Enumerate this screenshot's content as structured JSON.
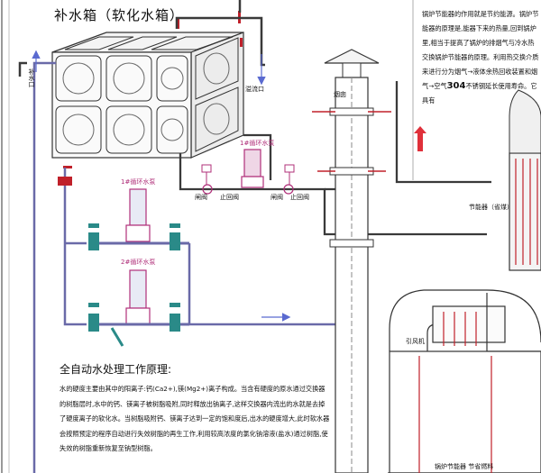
{
  "tank": {
    "title": "补水箱（软化水箱）",
    "inlet_label": "补水口",
    "overflow_label": "溢流口"
  },
  "pumps": {
    "pump1_label": "1#循环水泵",
    "pump2_label": "2#循环水泵",
    "circ_pump_label": "1#循环水泵",
    "valve_label_1": "闸阀",
    "valve_label_2": "止回阀",
    "valve_label_3": "闸阀",
    "valve_label_4": "止回阀"
  },
  "labels": {
    "chimney": "烟囱",
    "economizer": "节能器（省煤）",
    "induced_fan": "引风机"
  },
  "economizer_note": {
    "text_before": "锅炉节能器的作用就是节约能源。锅炉节能器的原理是,能器下来的热量,回到锅炉里,相当于提高了锅炉的排烟气与冷水热交换锅炉节能器的原理。利用热交换介质来进行分为烟气→液体余热回收装置和烟气→空气",
    "bold": "304",
    "text_after": "不锈钢延长使用寿命。它具有"
  },
  "principle": {
    "title": "全自动水处理工作原理:",
    "body": "水的硬度主要由其中的阳离子:钙(Ca2+),镁(Mg2+)离子构成。当含有硬度的原水通过交换器的树脂层时,水中的钙、镁离子被树脂吸附,同时释放出钠离子,这样交换器内流出的水就是去掉了硬度离子的软化水。当树脂吸附钙、镁离子达到一定的饱和度后,出水的硬度增大,此时软水器会按照预定的程序自动进行失效树脂的再生工作,利用较高浓度的氯化钠溶液(盐水)通过树脂,使失效的树脂重新恢复至钠型树脂。"
  },
  "bottom_right_text": "锅炉节能器 节省燃料",
  "colors": {
    "pipe": "#3a3a3a",
    "water_pipe": "#6a6aa8",
    "valve_teal": "#2a8a88",
    "pump_magenta": "#b0307a",
    "red_flange": "#c0202a",
    "arrow_red": "#e0303a",
    "arrow_blue": "#5a6ad0"
  }
}
